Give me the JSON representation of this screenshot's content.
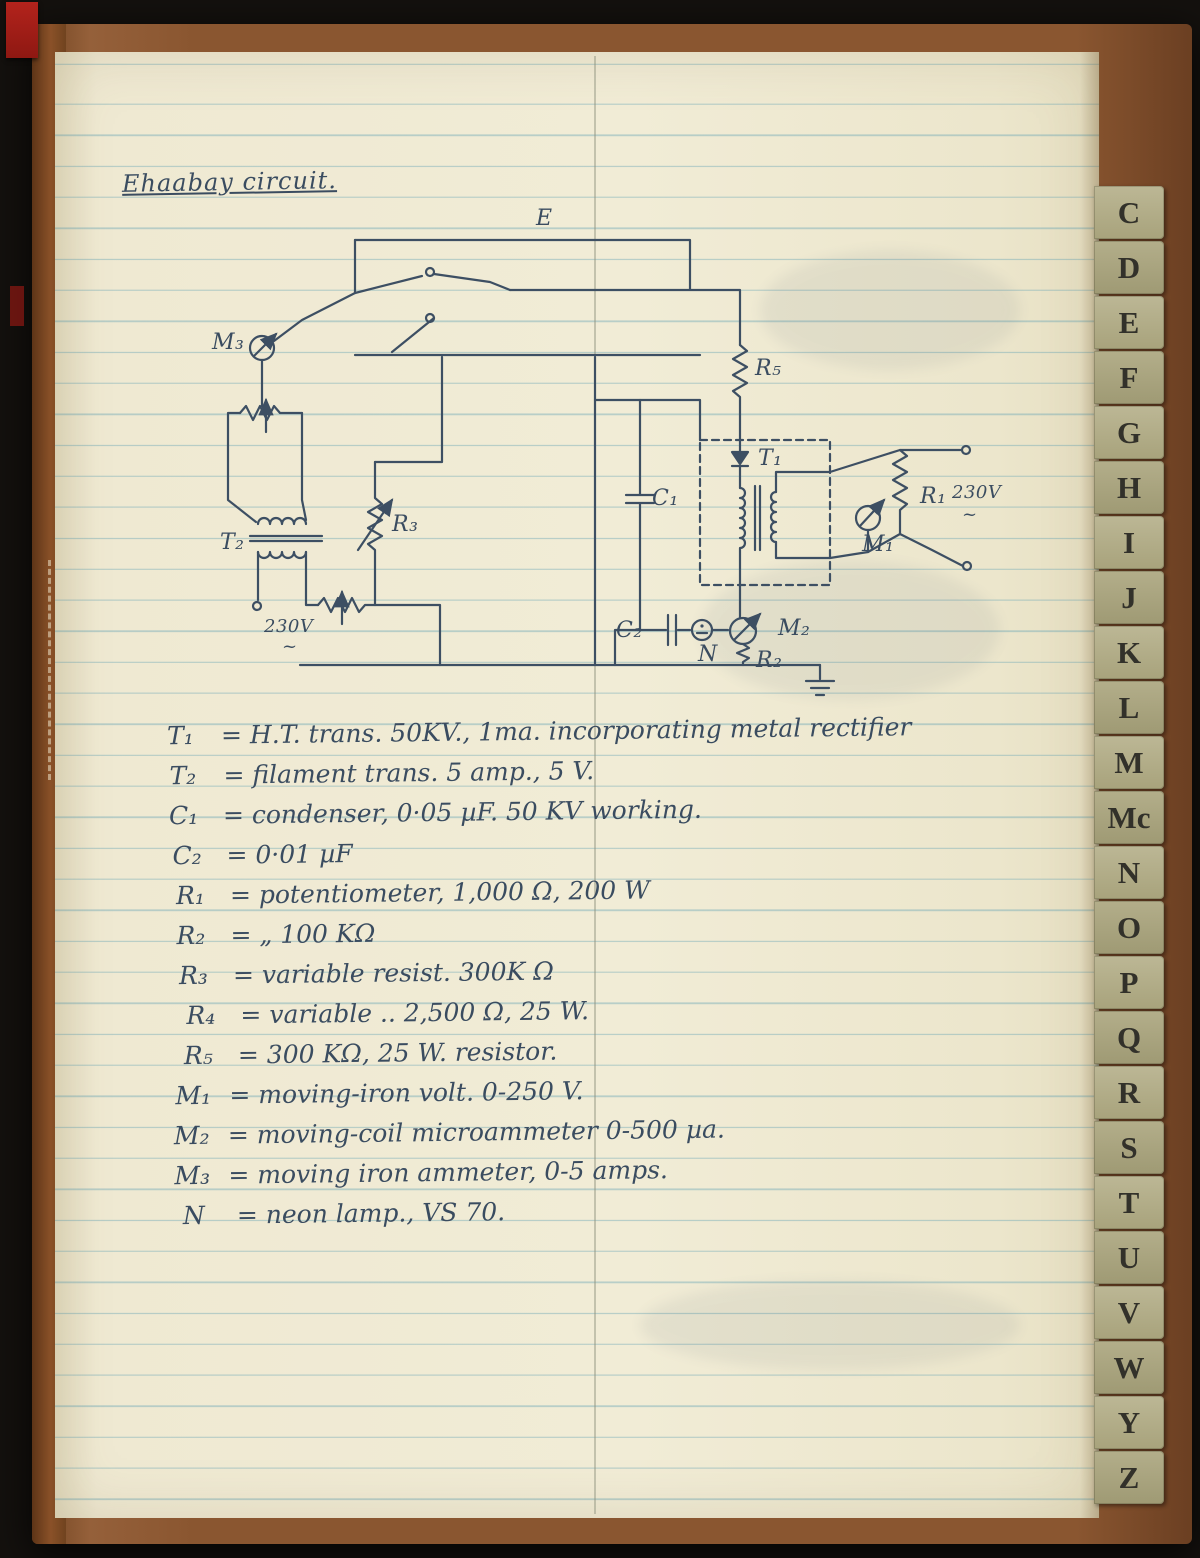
{
  "document": {
    "title": "Ehaabay circuit.",
    "diagram": {
      "e": "E",
      "m3": "M₃",
      "t2": "T₂",
      "r3": "R₃",
      "v230_left": "230V",
      "ac_left": "~",
      "r5": "R₅",
      "t1": "T₁",
      "c1": "C₁",
      "c2": "C₂",
      "n": "N",
      "m2": "M₂",
      "r2": "R₂",
      "m1": "M₁",
      "r1": "R₁",
      "v230_right": "230V",
      "ac_right": "~"
    },
    "legend": [
      {
        "term": "T₁",
        "text": "= H.T.  trans.  50KV., 1ma. incorporating metal rectifier"
      },
      {
        "term": "T₂",
        "text": "= filament trans.  5 amp., 5 V."
      },
      {
        "term": "C₁",
        "text": "= condenser, 0·05 µF.  50 KV working."
      },
      {
        "term": "C₂",
        "text": "= 0·01 µF"
      },
      {
        "term": "R₁",
        "text": "= potentiometer, 1,000 Ω, 200 W"
      },
      {
        "term": "R₂",
        "text": "= „ 100 KΩ"
      },
      {
        "term": "R₃",
        "text": "= variable resist.  300K Ω"
      },
      {
        "term": "R₄",
        "text": "= variable  ..  2,500 Ω, 25 W."
      },
      {
        "term": "R₅",
        "text": "= 300 KΩ, 25 W. resistor."
      },
      {
        "term": "M₁",
        "text": "= moving-iron volt.  0-250 V."
      },
      {
        "term": "M₂",
        "text": "= moving-coil microammeter 0-500 µa."
      },
      {
        "term": "M₃",
        "text": "= moving iron ammeter, 0-5 amps."
      },
      {
        "term": "N",
        "text": "= neon lamp., VS 70."
      }
    ],
    "tabs": [
      "C",
      "D",
      "E",
      "F",
      "G",
      "H",
      "I",
      "J",
      "K",
      "L",
      "M",
      "Mc",
      "N",
      "O",
      "P",
      "Q",
      "R",
      "S",
      "T",
      "U",
      "V",
      "W",
      "Y",
      "Z"
    ]
  }
}
